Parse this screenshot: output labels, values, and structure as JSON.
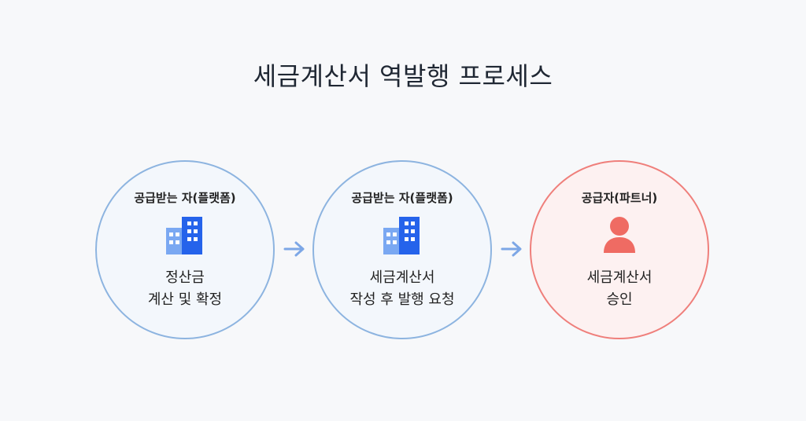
{
  "title": "세금계산서 역발행 프로세스",
  "steps": [
    {
      "role": "공급받는 자(플랫폼)",
      "icon": "building-icon",
      "line1": "정산금",
      "line2": "계산 및 확정",
      "color": "#8db4e0"
    },
    {
      "role": "공급받는 자(플랫폼)",
      "icon": "building-icon",
      "line1": "세금계산서",
      "line2": "작성 후 발행 요청",
      "color": "#8db4e0"
    },
    {
      "role": "공급자(파트너)",
      "icon": "person-icon",
      "line1": "세금계산서",
      "line2": "승인",
      "color": "#ef7f7b"
    }
  ],
  "arrow_icon": "arrow-right-icon",
  "colors": {
    "building_dark": "#2563eb",
    "building_light": "#6b9ef0",
    "person": "#ef6b63",
    "arrow": "#7da7e6"
  }
}
